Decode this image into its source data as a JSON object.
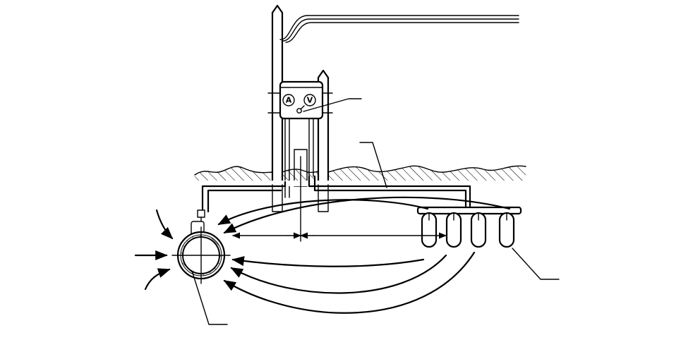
{
  "diagram": {
    "meters": [
      {
        "id": "ammeter",
        "symbol": "A",
        "icon": "ammeter-icon"
      },
      {
        "id": "voltmeter",
        "symbol": "V",
        "icon": "voltmeter-icon"
      }
    ],
    "components": [
      "overhead-power-lines",
      "tall-utility-pole",
      "short-utility-pole",
      "rectifier-box",
      "ground-surface",
      "buried-cables",
      "buried-pipeline",
      "anode-groundbed",
      "current-flow-arrows",
      "spacing-dimension",
      "leader-lines"
    ],
    "colors": {
      "ink": "#000000",
      "background": "#ffffff"
    }
  }
}
